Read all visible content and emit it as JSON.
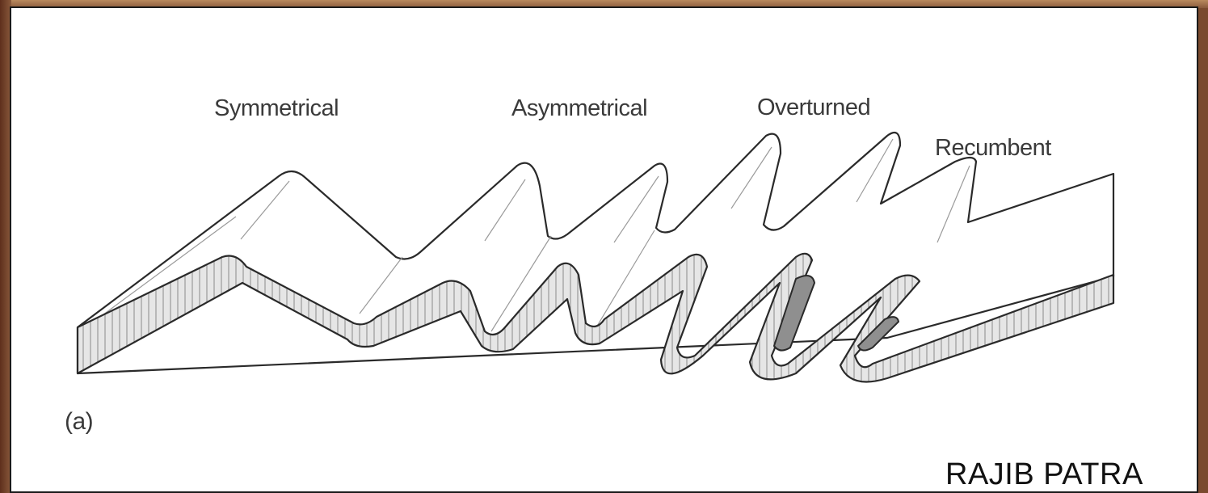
{
  "labels": {
    "symmetrical": "Symmetrical",
    "asymmetrical": "Asymmetrical",
    "overturned": "Overturned",
    "recumbent": "Recumbent"
  },
  "panel_tag": "(a)",
  "credit": "RAJIB PATRA",
  "colors": {
    "line": "#2a2a2a",
    "layer_fill": "#e4e4e4",
    "core_fill": "#8f8f8f",
    "frame": "#7a4a2e",
    "panel_bg": "#ffffff"
  }
}
